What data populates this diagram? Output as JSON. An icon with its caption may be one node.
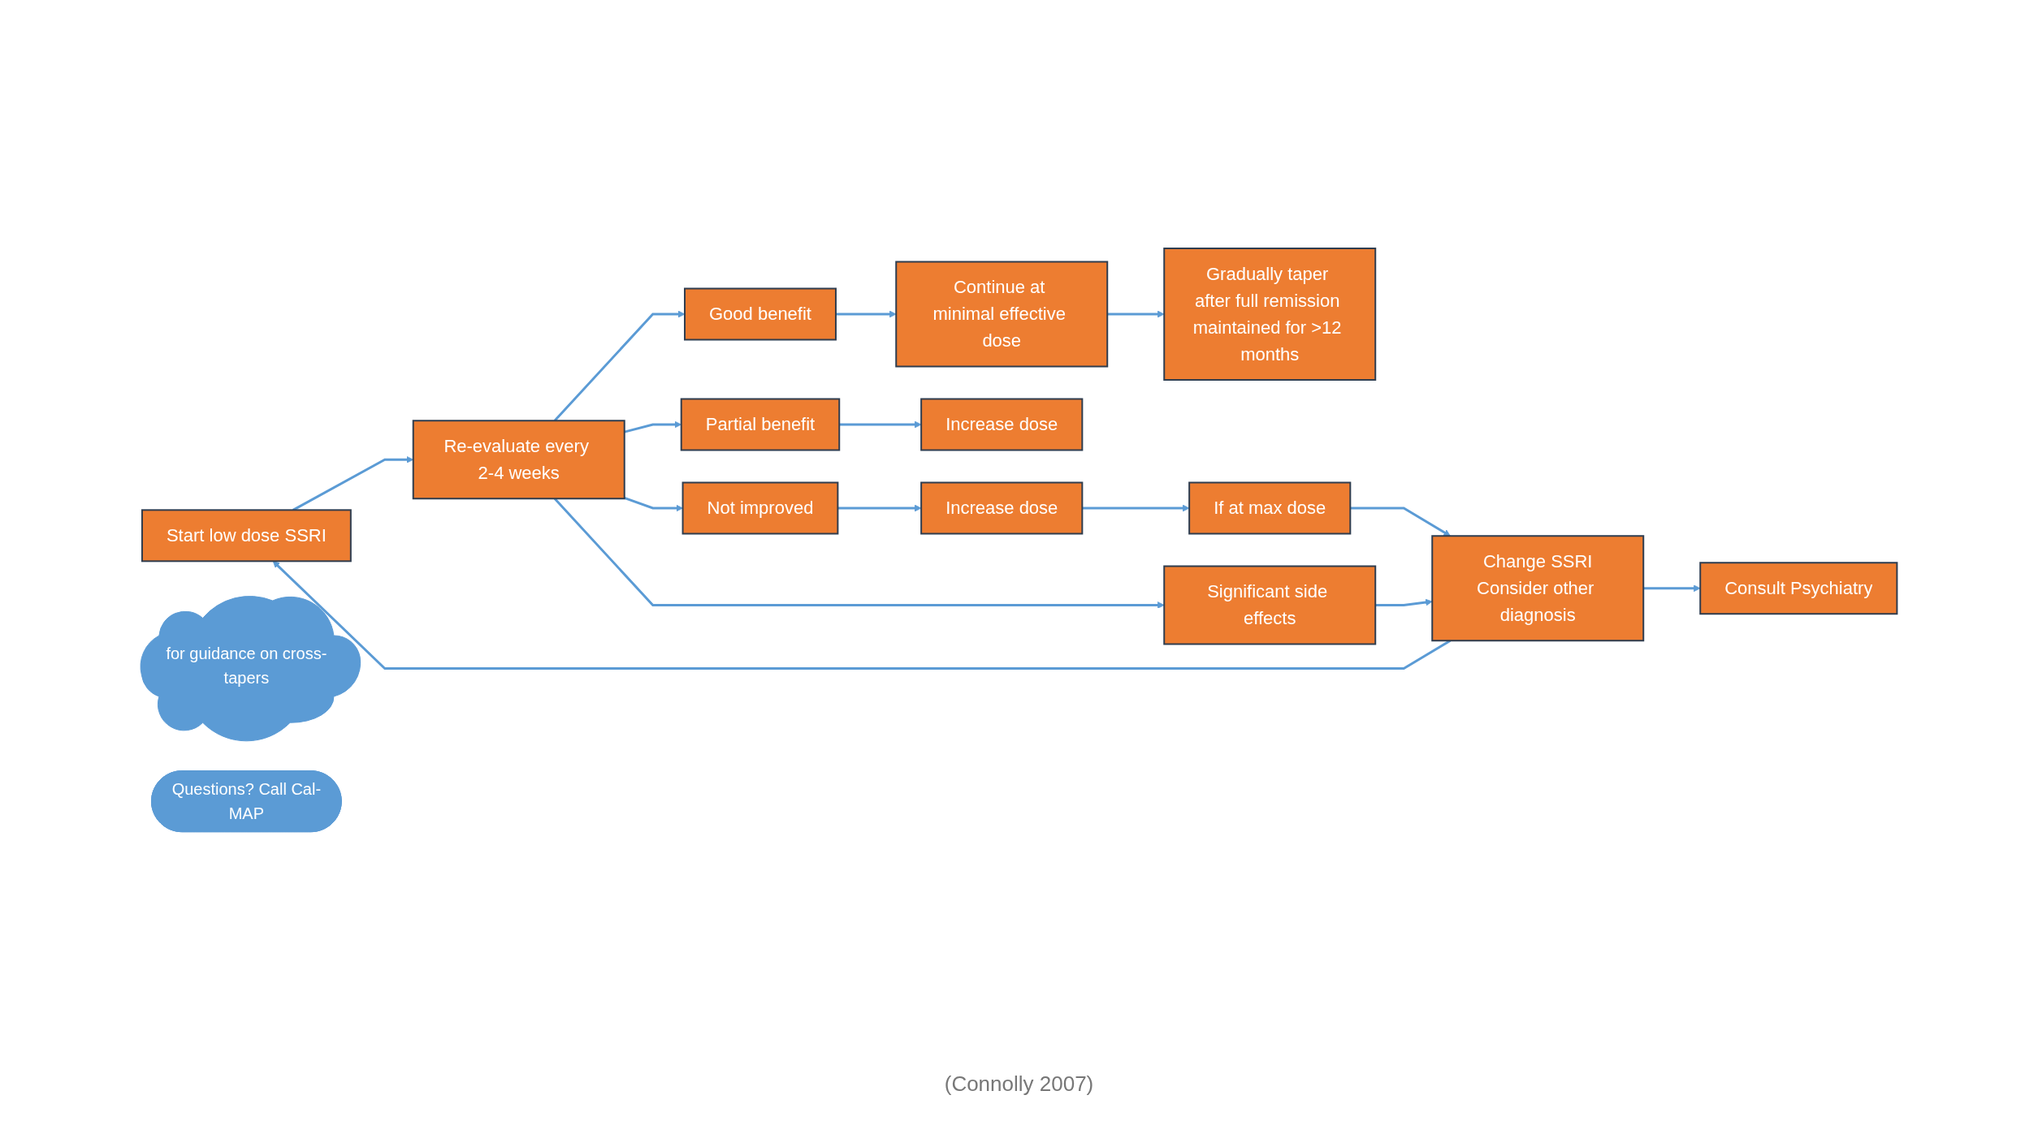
{
  "diagram": {
    "nodes": [
      {
        "text": [
          "Start low dose SSRI"
        ]
      },
      {
        "text": [
          "Re-evaluate every 2-4 weeks"
        ]
      },
      {
        "text": [
          "Good benefit"
        ]
      },
      {
        "text": [
          "Continue at minimal effective dose"
        ]
      },
      {
        "text": [
          "Gradually taper after full remission maintained for >12 months"
        ]
      },
      {
        "text": [
          "Partial benefit"
        ]
      },
      {
        "text": [
          "Increase dose"
        ]
      },
      {
        "text": [
          "Not improved"
        ]
      },
      {
        "text": [
          "Increase dose"
        ]
      },
      {
        "text": [
          "If at max dose"
        ]
      },
      {
        "text": [
          "Significant side effects"
        ]
      },
      {
        "text": [
          "Change SSRI",
          "Consider other diagnosis"
        ]
      },
      {
        "text": [
          "for guidance on cross-tapers"
        ]
      },
      {
        "text": [
          "Questions? Call Cal-MAP"
        ]
      },
      {
        "text": [
          "Consult Psychiatry"
        ]
      }
    ],
    "edges": [
      {
        "from": 0,
        "to": 1,
        "arrow": "to"
      },
      {
        "from": 1,
        "to": 2,
        "arrow": "to"
      },
      {
        "from": 1,
        "to": 5,
        "arrow": "to"
      },
      {
        "from": 1,
        "to": 7,
        "arrow": "to"
      },
      {
        "from": 1,
        "to": 10,
        "arrow": "to"
      },
      {
        "from": 2,
        "to": 3,
        "arrow": "to"
      },
      {
        "from": 3,
        "to": 4,
        "arrow": "to"
      },
      {
        "from": 5,
        "to": 6,
        "arrow": "to"
      },
      {
        "from": 7,
        "to": 8,
        "arrow": "to"
      },
      {
        "from": 8,
        "to": 9,
        "arrow": "to"
      },
      {
        "from": 9,
        "to": 11,
        "arrow": "to"
      },
      {
        "from": 10,
        "to": 11,
        "arrow": "to"
      },
      {
        "from": 11,
        "to": 0,
        "arrow": "to"
      },
      {
        "from": 11,
        "to": 14,
        "arrow": "to"
      }
    ],
    "labels": [
      "(Connolly 2007)"
    ]
  }
}
